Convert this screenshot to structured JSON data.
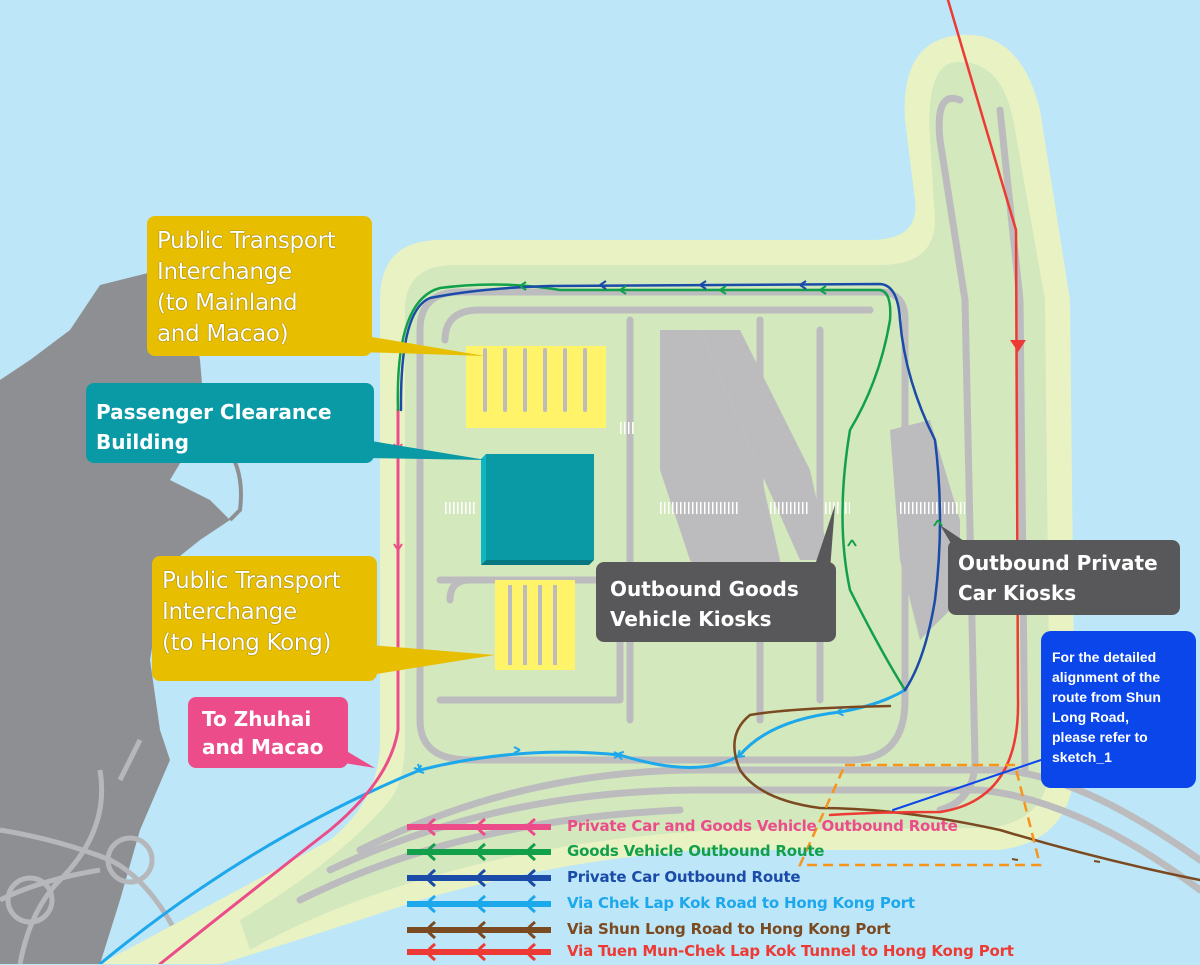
{
  "map": {
    "colors": {
      "sea": "#bde6f8",
      "island_outer": "#e9f2c3",
      "island_inner": "#d3e8bd",
      "road": "#bcbcbe",
      "mainland": "#8e8f92",
      "pti": "#fff36a",
      "building": "#0a9aa6"
    }
  },
  "callouts": {
    "pti_mainland": {
      "lines": [
        "Public Transport",
        "Interchange",
        "(to Mainland",
        "and Macao)"
      ],
      "color": "#e8bf00"
    },
    "passenger_building": {
      "lines": [
        "Passenger Clearance",
        "Building"
      ],
      "color": "#0a9aa6"
    },
    "pti_hong_kong": {
      "lines": [
        "Public Transport",
        "Interchange",
        "(to Hong Kong)"
      ],
      "color": "#e8bf00"
    },
    "zhuhai_macao": {
      "lines": [
        "To Zhuhai",
        "and Macao"
      ],
      "color": "#ec4d8a"
    },
    "goods_kiosks": {
      "lines": [
        "Outbound Goods",
        "Vehicle Kiosks"
      ],
      "color": "#58585a"
    },
    "private_kiosks": {
      "lines": [
        "Outbound Private",
        "Car Kiosks"
      ],
      "color": "#58585a"
    },
    "sketch_note": {
      "lines": [
        "For the detailed",
        "alignment of the",
        "route from Shun",
        "Long Road,",
        "please refer to",
        "sketch_1"
      ],
      "color": "#0a46ea"
    }
  },
  "legend": {
    "items": [
      {
        "label": "Private Car and Goods Vehicle Outbound Route",
        "color": "#ec4d8a",
        "icon": "left-arrow-line-icon"
      },
      {
        "label": "Goods Vehicle Outbound Route",
        "color": "#12a04a",
        "icon": "left-arrow-line-icon"
      },
      {
        "label": "Private Car Outbound Route",
        "color": "#1a4ba8",
        "icon": "left-arrow-line-icon"
      },
      {
        "label": "Via Chek Lap Kok Road to Hong Kong Port",
        "color": "#1ea8ec",
        "icon": "left-arrow-line-icon"
      },
      {
        "label": "Via Shun Long Road to Hong Kong Port",
        "color": "#7b4a21",
        "icon": "left-arrow-line-icon"
      },
      {
        "label": "Via Tuen Mun-Chek Lap Kok Tunnel to Hong Kong Port",
        "color": "#ee3a34",
        "icon": "left-arrow-line-icon"
      }
    ]
  }
}
